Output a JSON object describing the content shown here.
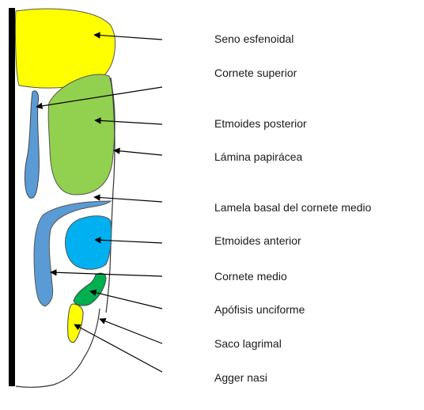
{
  "labels": [
    {
      "text": "Seno esfenoidal"
    },
    {
      "text": "Cornete superior"
    },
    {
      "text": "Etmoides posterior"
    },
    {
      "text": "Lámina papirácea"
    },
    {
      "text": "Lamela basal del cornete medio"
    },
    {
      "text": "Etmoides anterior"
    },
    {
      "text": "Cornete medio"
    },
    {
      "text": "Apófisis unciforme"
    },
    {
      "text": "Saco lagrimal"
    },
    {
      "text": "Agger nasi"
    }
  ],
  "colors": {
    "sphenoid_sinus": "#ffff00",
    "posterior_ethmoid": "#92d050",
    "anterior_ethmoid": "#00b0f0",
    "turbinates": "#5b9bd5",
    "uncinate_process": "#00b050",
    "agger_nasi": "#ffff00",
    "outline": "#333333",
    "septum": "#000000"
  }
}
